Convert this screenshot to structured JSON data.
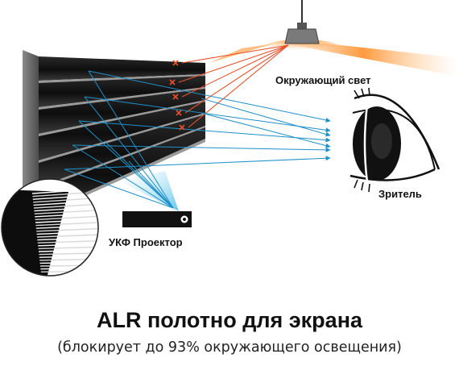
{
  "diagram": {
    "labels": {
      "ambient_light": "Окружающий свет",
      "viewer": "Зритель",
      "projector": "УКФ Проектор"
    },
    "title": "ALR полотно для экрана",
    "subtitle": "(блокирует до 93% окружающего освещения)",
    "colors": {
      "ambient_ray": "#e8502a",
      "projector_ray": "#1e90c8",
      "lamp_glow": "#ff8a1e",
      "screen_dark": "#161616",
      "screen_mid": "#5a5a5a",
      "blocked_mark": "#e8502a"
    },
    "icons": [
      "ceiling-lamp-icon",
      "eye-icon",
      "projector-icon",
      "blocked-x-icon"
    ]
  }
}
